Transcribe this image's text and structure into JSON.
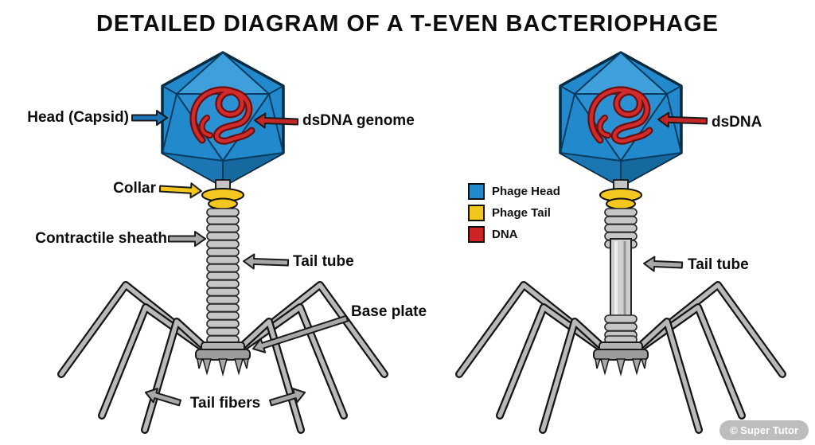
{
  "title": "DETAILED DIAGRAM OF A T-EVEN BACTERIOPHAGE",
  "left_phage": {
    "labels": {
      "head": "Head (Capsid)",
      "dsdna_genome": "dsDNA genome",
      "collar": "Collar",
      "contractile_sheath": "Contractile sheath",
      "tail_tube": "Tail tube",
      "base_plate": "Base plate",
      "tail_fibers": "Tail fibers"
    }
  },
  "right_phage": {
    "labels": {
      "dsdna": "dsDNA",
      "tail_tube": "Tail tube"
    },
    "legend": {
      "items": [
        {
          "label": "Phage Head",
          "color": "#2189cc"
        },
        {
          "label": "Phage Tail",
          "color": "#f2c71d"
        },
        {
          "label": "DNA",
          "color": "#cc2424"
        }
      ]
    }
  },
  "watermark": "© Super Tutor",
  "colors": {
    "head_blue": "#2189cc",
    "collar_yellow": "#f2c71d",
    "dna_red": "#cc2424",
    "body_gray": "#b9b9b9"
  }
}
